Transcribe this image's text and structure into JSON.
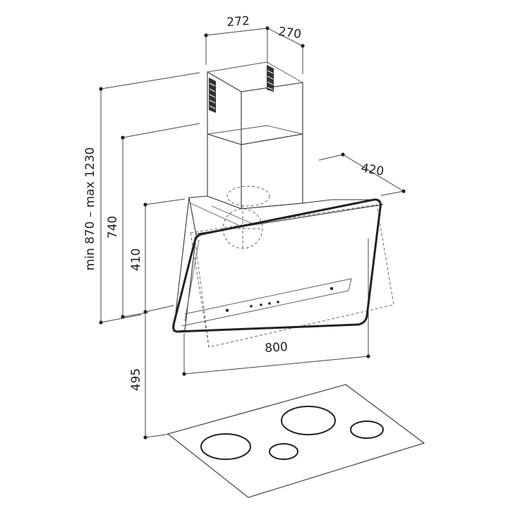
{
  "dimensions": {
    "chimney_width": "272",
    "chimney_depth": "270",
    "total_height": "min 870 – max 1230",
    "height_740": "740",
    "canopy_height": "410",
    "canopy_depth": "420",
    "canopy_width": "800",
    "hob_distance": "495"
  },
  "colors": {
    "line": "#333333",
    "dimension": "#444444",
    "background": "#ffffff"
  }
}
